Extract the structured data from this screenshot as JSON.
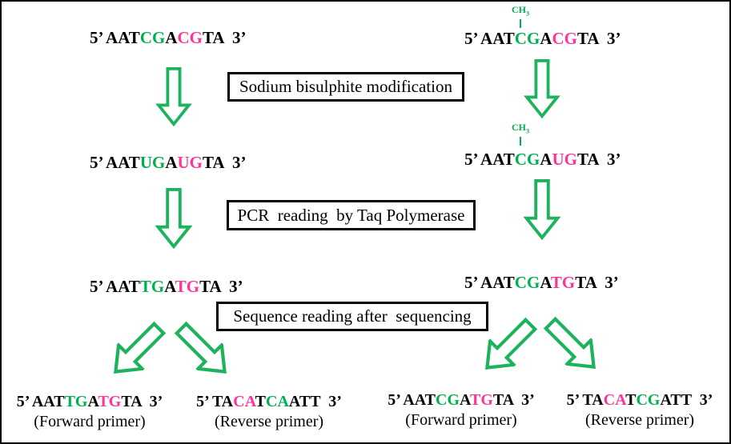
{
  "colors": {
    "black": "#000000",
    "green": "#00B050",
    "pink": "#FF3399",
    "arrow": "#1CB35C"
  },
  "labels": {
    "box1": "Sodium bisulphite modification",
    "box2": "PCR  reading  by Taq Polymerase",
    "box3": "Sequence reading after  sequencing",
    "ch3_main": "CH",
    "ch3_sub": "3"
  },
  "sequences": {
    "top_left": {
      "segments": [
        {
          "t": "5’ AAT",
          "c": "black"
        },
        {
          "t": "CG",
          "c": "green"
        },
        {
          "t": "A",
          "c": "black"
        },
        {
          "t": "CG",
          "c": "pink"
        },
        {
          "t": "TA",
          "c": "black"
        },
        {
          "t": "  3’",
          "c": "black"
        }
      ]
    },
    "top_right": {
      "methylated": true,
      "segments": [
        {
          "t": "5’ AAT",
          "c": "black"
        },
        {
          "t": "CG",
          "c": "green"
        },
        {
          "t": "A",
          "c": "black"
        },
        {
          "t": "CG",
          "c": "pink"
        },
        {
          "t": "TA",
          "c": "black"
        },
        {
          "t": "  3’",
          "c": "black"
        }
      ]
    },
    "mid_left": {
      "segments": [
        {
          "t": "5’ AAT",
          "c": "black"
        },
        {
          "t": "UG",
          "c": "green"
        },
        {
          "t": "A",
          "c": "black"
        },
        {
          "t": "UG",
          "c": "pink"
        },
        {
          "t": "TA",
          "c": "black"
        },
        {
          "t": "  3’",
          "c": "black"
        }
      ]
    },
    "mid_right": {
      "methylated": true,
      "segments": [
        {
          "t": "5’ AAT",
          "c": "black"
        },
        {
          "t": "CG",
          "c": "green"
        },
        {
          "t": "A",
          "c": "black"
        },
        {
          "t": "UG",
          "c": "pink"
        },
        {
          "t": "TA",
          "c": "black"
        },
        {
          "t": "  3’",
          "c": "black"
        }
      ]
    },
    "row3_left": {
      "segments": [
        {
          "t": "5’ AAT",
          "c": "black"
        },
        {
          "t": "TG",
          "c": "green"
        },
        {
          "t": "A",
          "c": "black"
        },
        {
          "t": "TG",
          "c": "pink"
        },
        {
          "t": "TA",
          "c": "black"
        },
        {
          "t": "  3’",
          "c": "black"
        }
      ]
    },
    "row3_right": {
      "segments": [
        {
          "t": "5’ AAT",
          "c": "black"
        },
        {
          "t": "CG",
          "c": "green"
        },
        {
          "t": "A",
          "c": "black"
        },
        {
          "t": "TG",
          "c": "pink"
        },
        {
          "t": "TA",
          "c": "black"
        },
        {
          "t": "  3’",
          "c": "black"
        }
      ]
    },
    "bottom_1": {
      "caption": "(Forward primer)",
      "segments": [
        {
          "t": "5’ AAT",
          "c": "black"
        },
        {
          "t": "TG",
          "c": "green"
        },
        {
          "t": "A",
          "c": "black"
        },
        {
          "t": "TG",
          "c": "pink"
        },
        {
          "t": "TA",
          "c": "black"
        },
        {
          "t": "  3’",
          "c": "black"
        }
      ]
    },
    "bottom_2": {
      "caption": "(Reverse primer)",
      "segments": [
        {
          "t": "5’ TA",
          "c": "black"
        },
        {
          "t": "CA",
          "c": "pink"
        },
        {
          "t": "T",
          "c": "black"
        },
        {
          "t": "CA",
          "c": "green"
        },
        {
          "t": "ATT",
          "c": "black"
        },
        {
          "t": "  3’",
          "c": "black"
        }
      ]
    },
    "bottom_3": {
      "caption": "(Forward primer)",
      "segments": [
        {
          "t": "5’ AAT",
          "c": "black"
        },
        {
          "t": "CG",
          "c": "green"
        },
        {
          "t": "A",
          "c": "black"
        },
        {
          "t": "TG",
          "c": "pink"
        },
        {
          "t": "TA",
          "c": "black"
        },
        {
          "t": "  3’",
          "c": "black"
        }
      ]
    },
    "bottom_4": {
      "caption": "(Reverse primer)",
      "segments": [
        {
          "t": "5’ TA",
          "c": "black"
        },
        {
          "t": "CA",
          "c": "pink"
        },
        {
          "t": "T",
          "c": "black"
        },
        {
          "t": "CG",
          "c": "green"
        },
        {
          "t": "ATT",
          "c": "black"
        },
        {
          "t": "  3’",
          "c": "black"
        }
      ]
    }
  }
}
